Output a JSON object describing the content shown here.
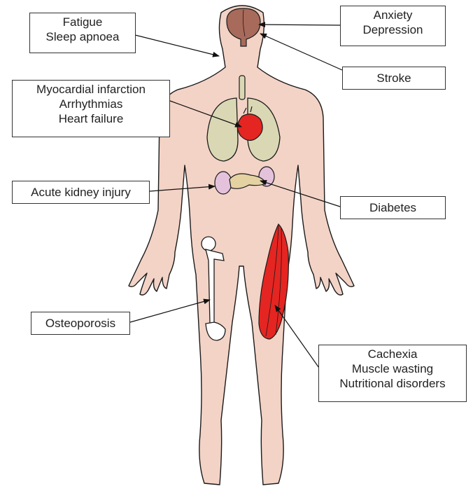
{
  "colors": {
    "skin": "#f3d3c6",
    "outline": "#1a1a1a",
    "brain": "#a86a5a",
    "lungs": "#dad8b4",
    "heart": "#e52521",
    "kidney": "#e4c2dc",
    "pancreas": "#e4d2a2",
    "muscle": "#e52521",
    "bone": "#ffffff"
  },
  "icons": [
    "brain-icon",
    "lungs-icon",
    "heart-icon",
    "kidney-icon",
    "pancreas-icon",
    "femur-bone-icon",
    "thigh-muscle-icon"
  ],
  "labels": {
    "fatigue": [
      "Fatigue",
      "Sleep apnoea"
    ],
    "mental": [
      "Anxiety",
      "Depression"
    ],
    "stroke": [
      "Stroke"
    ],
    "cardiac": [
      "Myocardial infarction",
      "Arrhythmias",
      "Heart failure"
    ],
    "kidney": [
      "Acute kidney injury"
    ],
    "diabetes": [
      "Diabetes"
    ],
    "osteoporosis": [
      "Osteoporosis"
    ],
    "cachexia": [
      "Cachexia",
      "Muscle wasting",
      "Nutritional disorders"
    ]
  }
}
